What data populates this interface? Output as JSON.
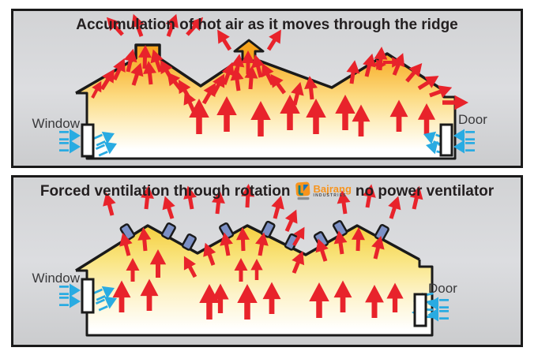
{
  "panels": {
    "top": {
      "title": "Accumulation of hot air as it moves through the ridge",
      "window_label": "Window",
      "door_label": "Door"
    },
    "bottom": {
      "title_before_logo": "Forced ventilation through rotation",
      "title_after_logo": "no power ventilator",
      "logo": {
        "brand": "Bajrang",
        "sub": "INDUSTRIES"
      },
      "window_label": "Window",
      "door_label": "Door"
    }
  },
  "icons": {
    "hot-air-arrow": "solid red arrow (hot air flow)",
    "cool-air-arrow": "blue arrowhead with twin tails (cool air intake)",
    "roof-ventilator": "slate-blue rotary ventilator stub on roof slope",
    "ridge-vent": "arrow-shaped ridge vent opening",
    "ridge-chimney": "rectangular ridge chimney vent"
  },
  "colors": {
    "hot-air-red": "#E8232B",
    "cool-air-blue": "#29ABE2",
    "ventilator-blue": "#7C90C5",
    "outline-black": "#1A1A1A",
    "hot-gradient-top": "#F5A11B",
    "hot-gradient-bottom": "#FFFFFF",
    "panel-gray": "#D5D6D8",
    "logo-orange": "#F7941D",
    "logo-teal": "#137F7B",
    "title-text": "#231F20",
    "label-text": "#39393B"
  }
}
